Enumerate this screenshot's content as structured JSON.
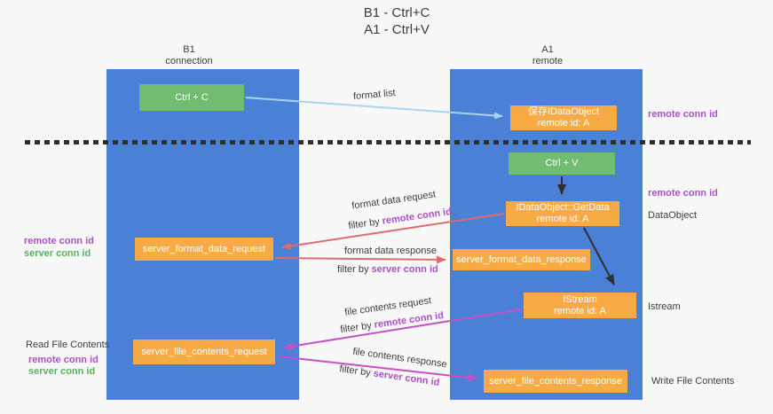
{
  "title": {
    "line1": "B1 - Ctrl+C",
    "line2": "A1 - Ctrl+V"
  },
  "lanes": {
    "left": {
      "name": "B1",
      "sub": "connection"
    },
    "right": {
      "name": "A1",
      "sub": "remote"
    }
  },
  "boxes": {
    "ctrl_c": "Ctrl + C",
    "ctrl_v": "Ctrl + V",
    "save_dataobject": {
      "line1": "保存IDataObject",
      "line2": "remote id: A"
    },
    "getdata": {
      "line1": "IDataObject::GetData",
      "line2": "remote id: A"
    },
    "istream": {
      "line1": "IStream",
      "line2": "remote id: A"
    },
    "format_request": "server_format_data_request",
    "format_response": "server_format_data_response",
    "file_request": "server_file_contents_request",
    "file_response": "server_file_contents_response"
  },
  "flow_labels": {
    "format_list": "format list",
    "format_data_request": "format data request",
    "format_data_response": "format data response",
    "file_contents_request": "file contents request",
    "file_contents_response": "file contents response",
    "filter_by": "filter by",
    "remote_conn_id": "remote conn id",
    "server_conn_id": "server conn id"
  },
  "side_labels": {
    "remote_conn_id": "remote conn id",
    "server_conn_id": "server conn id",
    "dataobject": "DataObject",
    "istream": "Istream",
    "read_file_contents": "Read File Contents",
    "write_file_contents": "Write File Contents"
  },
  "colors": {
    "lane_blue": "#4a80d5",
    "box_green": "#70bd71",
    "box_orange": "#f8ab44",
    "purple_label": "#ab4fc8",
    "green_label": "#57b25f",
    "arrow_lightblue": "#a9d3ee",
    "arrow_salmon": "#e06a6a",
    "arrow_magenta": "#c750c8",
    "arrow_black": "#2f2f2f",
    "background": "#f8f8f8"
  }
}
